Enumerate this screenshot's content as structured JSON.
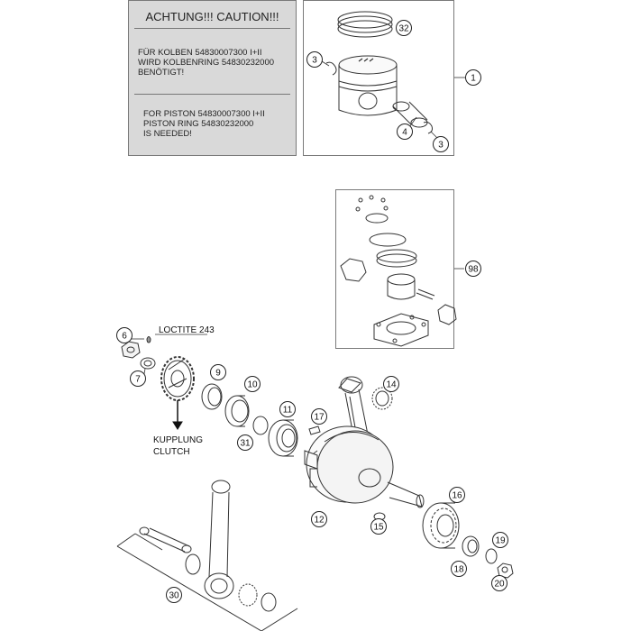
{
  "caution": {
    "title": "ACHTUNG!!!  CAUTION!!!",
    "de_lines": [
      "FÜR KOLBEN 54830007300 I+II",
      "WIRD KOLBENRING 54830232000",
      "BENÖTIGT!"
    ],
    "en_lines": [
      "FOR PISTON 54830007300 I+II",
      "PISTON RING 54830232000",
      "IS NEEDED!"
    ]
  },
  "notes": {
    "loctite": "LOCTITE 243",
    "clutch_de": "KUPPLUNG",
    "clutch_en": "CLUTCH"
  },
  "callouts": [
    "32",
    "3",
    "1",
    "4",
    "3",
    "98",
    "6",
    "7",
    "9",
    "10",
    "14",
    "11",
    "17",
    "31",
    "12",
    "15",
    "16",
    "19",
    "18",
    "20",
    "30"
  ]
}
